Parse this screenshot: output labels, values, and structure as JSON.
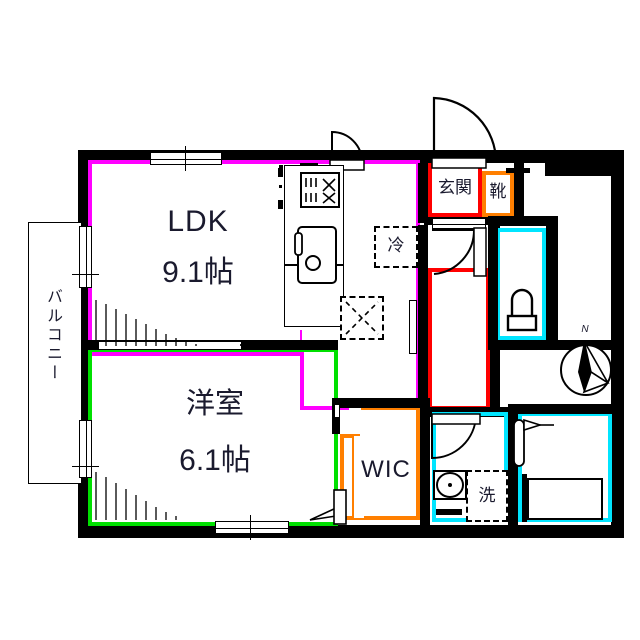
{
  "document": {
    "type": "floor-plan",
    "title": "1LDK apartment floor plan",
    "unit_system": "jo (tatami mats)"
  },
  "rooms": [
    {
      "id": "ldk",
      "name": "LDK",
      "area_label": "9.1帖",
      "area_value": 9.1,
      "outline_color": "#ff00ff"
    },
    {
      "id": "bedroom",
      "name": "洋室",
      "area_label": "6.1帖",
      "area_value": 6.1,
      "outline_color": "#00e000"
    },
    {
      "id": "entrance",
      "name": "玄関",
      "outline_color": "#ff0000"
    },
    {
      "id": "shoe-closet",
      "name": "靴",
      "outline_color": "#ff7f00"
    },
    {
      "id": "wic",
      "name": "WIC",
      "outline_color": "#ff7f00"
    },
    {
      "id": "toilet",
      "name": "",
      "outline_color": "#00e5ff"
    },
    {
      "id": "washroom",
      "name": "",
      "outline_color": "#00e5ff"
    },
    {
      "id": "bath",
      "name": "",
      "outline_color": "#00e5ff"
    },
    {
      "id": "balcony",
      "name": "バルコニー",
      "outline_color": "#000000"
    }
  ],
  "labels": {
    "ldk_name": "LDK",
    "ldk_area": "9.1帖",
    "bedroom_name": "洋室",
    "bedroom_area": "6.1帖",
    "wic": "WIC",
    "entrance": "玄関",
    "shoe_closet": "靴",
    "refrigerator": "冷",
    "washer": "洗",
    "balcony": "バルコニー"
  },
  "fixtures": [
    {
      "name": "kitchen-stove",
      "label": ""
    },
    {
      "name": "kitchen-sink",
      "label": ""
    },
    {
      "name": "refrigerator-space",
      "label": "冷"
    },
    {
      "name": "washing-machine-space",
      "label": "洗"
    },
    {
      "name": "toilet-bowl",
      "label": ""
    },
    {
      "name": "bathtub",
      "label": ""
    },
    {
      "name": "vanity-sink",
      "label": ""
    },
    {
      "name": "shower-faucet",
      "label": ""
    },
    {
      "name": "storage-marker",
      "label": ""
    }
  ],
  "compass": {
    "name": "north-arrow",
    "direction_label": "N"
  },
  "colors": {
    "wall": "#000000",
    "ldk": "#ff00ff",
    "bedroom": "#00e000",
    "entrance": "#ff0000",
    "closet": "#ff7f00",
    "water": "#00e5ff",
    "background": "#ffffff",
    "text": "#1a1a2e"
  }
}
